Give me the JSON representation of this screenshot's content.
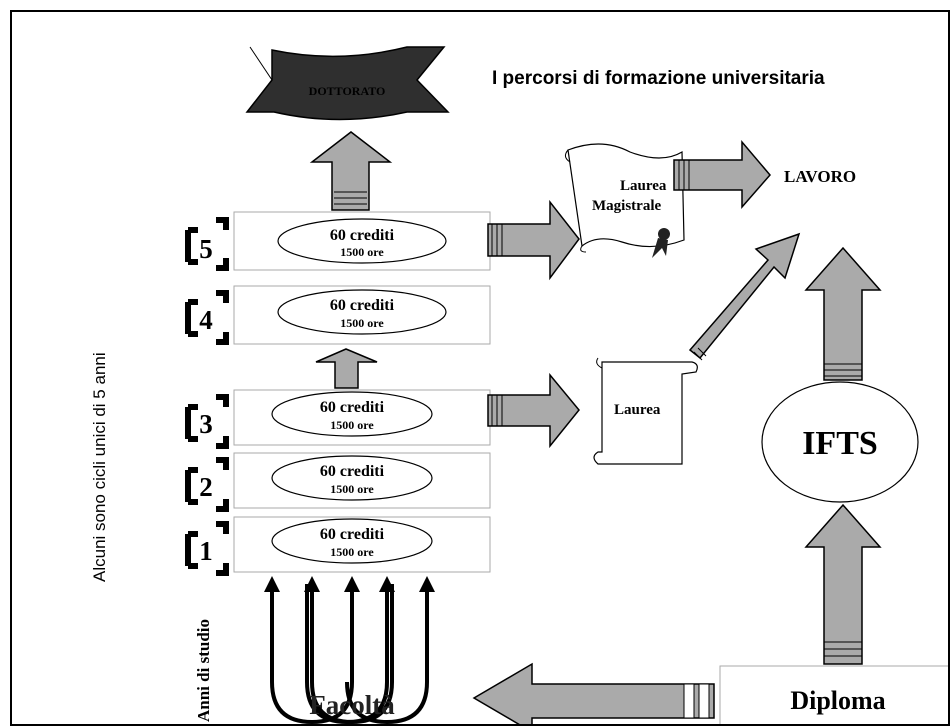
{
  "title": "I percorsi di formazione universitaria",
  "side_note": "Alcuni sono cicli unici di 5 anni",
  "years_label": "Anni di studio",
  "doctorate": "DOTTORATO",
  "work": "LAVORO",
  "laurea_magistrale_line1": "Laurea",
  "laurea_magistrale_line2": "Magistrale",
  "laurea": "Laurea",
  "ifts": "IFTS",
  "diploma": "Diploma",
  "faculty": "Facoltà",
  "years": [
    {
      "number": "5",
      "credits": "60 crediti",
      "hours": "1500 ore"
    },
    {
      "number": "4",
      "credits": "60 crediti",
      "hours": "1500 ore"
    },
    {
      "number": "3",
      "credits": "60 crediti",
      "hours": "1500 ore"
    },
    {
      "number": "2",
      "credits": "60 crediti",
      "hours": "1500 ore"
    },
    {
      "number": "1",
      "credits": "60 crediti",
      "hours": "1500 ore"
    }
  ],
  "colors": {
    "arrow_fill": "#aaaaaa",
    "dark": "#333333",
    "line": "#000000"
  }
}
